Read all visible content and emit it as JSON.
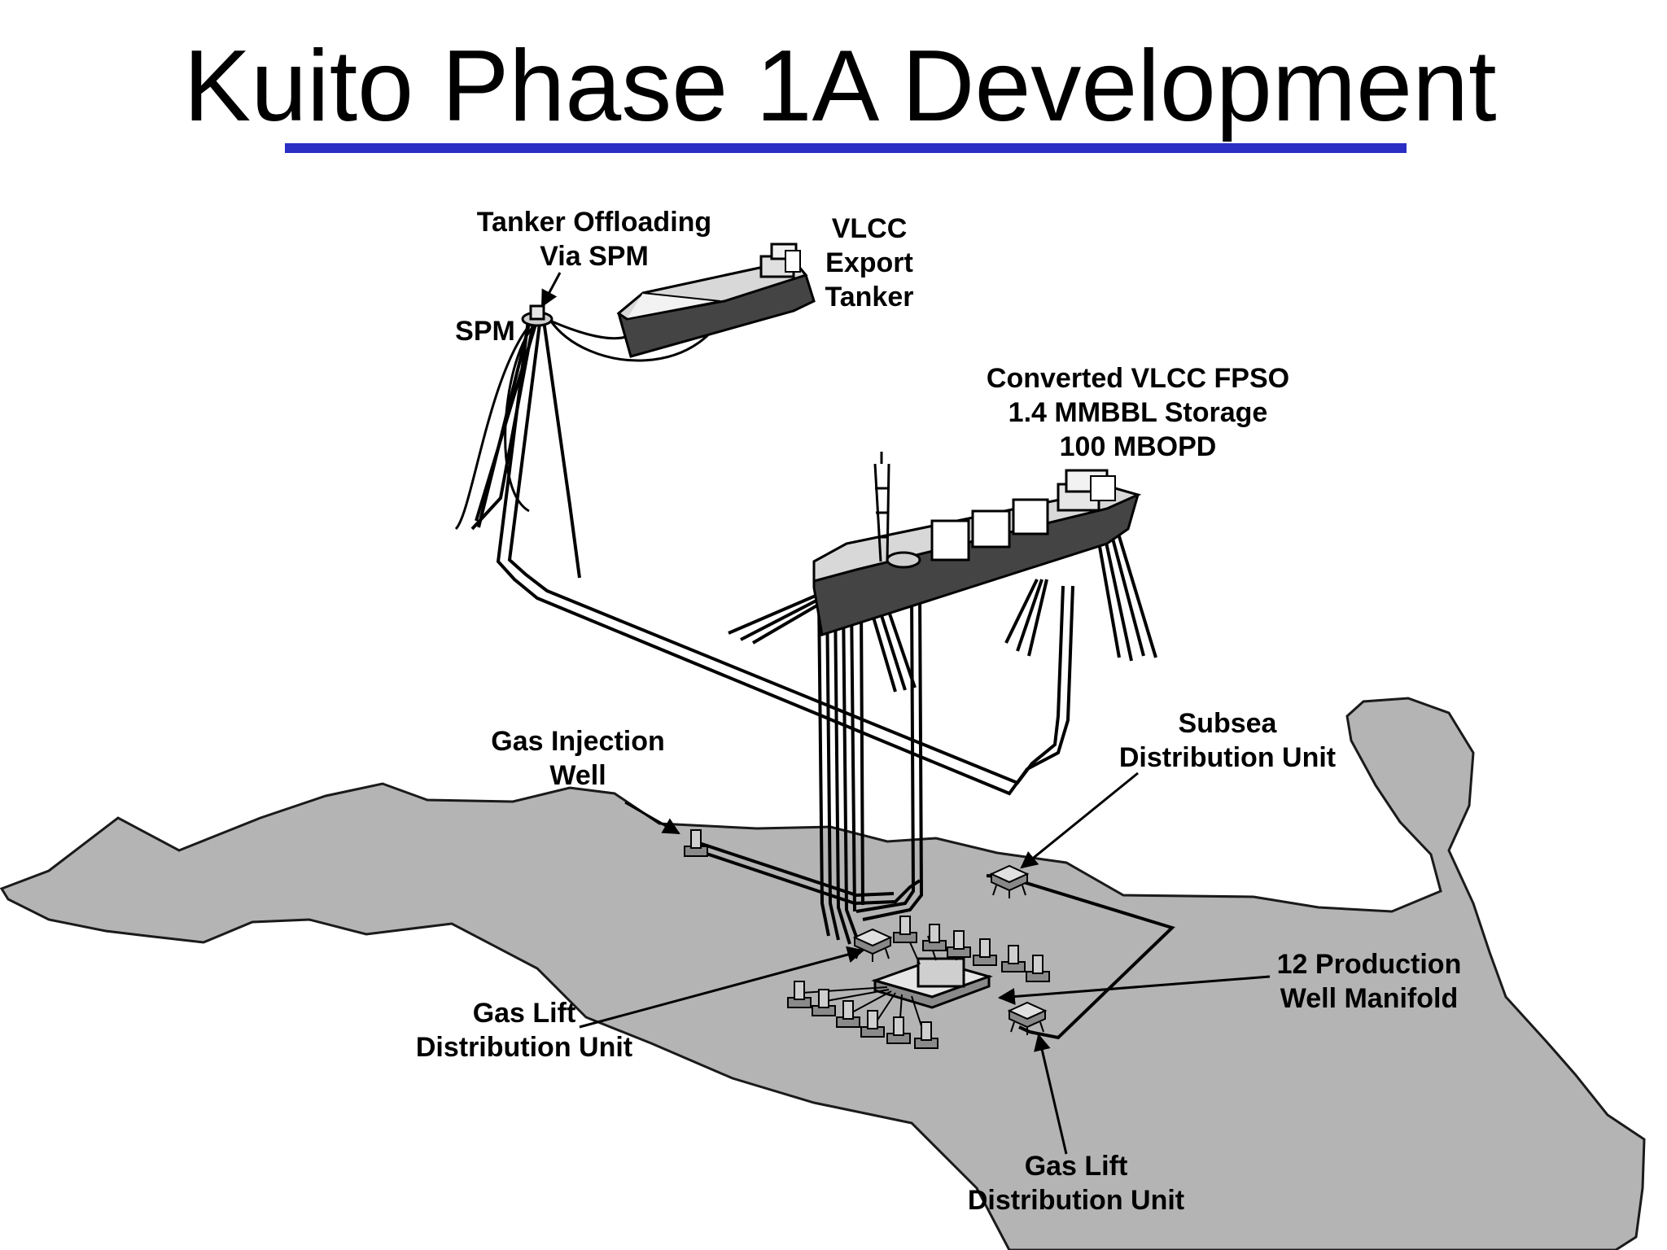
{
  "title": "Kuito Phase 1A Development",
  "colors": {
    "title_rule": "#2b2fc4",
    "seabed": "#b4b4b4",
    "hull": "#444444",
    "deck": "#d8d8d8"
  },
  "labels": {
    "tanker_offloading": [
      "Tanker Offloading",
      "Via SPM"
    ],
    "spm": "SPM",
    "vlcc_export": [
      "VLCC",
      "Export",
      "Tanker"
    ],
    "fpso": [
      "Converted VLCC FPSO",
      "1.4 MMBBL Storage",
      "100 MBOPD"
    ],
    "gas_injection": [
      "Gas Injection",
      "Well"
    ],
    "subsea_distribution": [
      "Subsea",
      "Distribution Unit"
    ],
    "production_manifold": [
      "12 Production",
      "Well Manifold"
    ],
    "gas_lift_left": [
      "Gas Lift",
      "Distribution Unit"
    ],
    "gas_lift_bottom": [
      "Gas Lift",
      "Distribution Unit"
    ]
  }
}
